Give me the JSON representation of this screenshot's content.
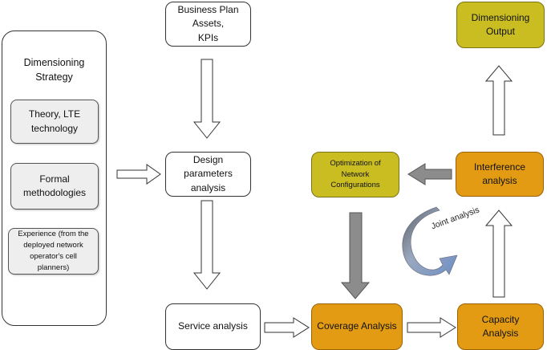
{
  "strategy": {
    "title": "Dimensioning Strategy",
    "items": [
      "Theory, LTE\ntechnology",
      "Formal\nmethodologies",
      "Experience (from the\ndeployed network\noperator's cell planners)"
    ]
  },
  "nodes": {
    "business": "Business Plan Assets,\nKPIs",
    "design": "Design parameters\nanalysis",
    "service": "Service analysis",
    "coverage": "Coverage Analysis",
    "capacity": "Capacity Analysis",
    "interference": "Interference analysis",
    "optimization": "Optimization of\nNetwork Configurations",
    "output": "Dimensioning\nOutput"
  },
  "joint_analysis": "Joint analysis",
  "colors": {
    "olive": "#c9bd22",
    "orange": "#e29b13",
    "gray_arrow": "#8c8c8c",
    "loop_arrow": "#7c8fb0"
  }
}
